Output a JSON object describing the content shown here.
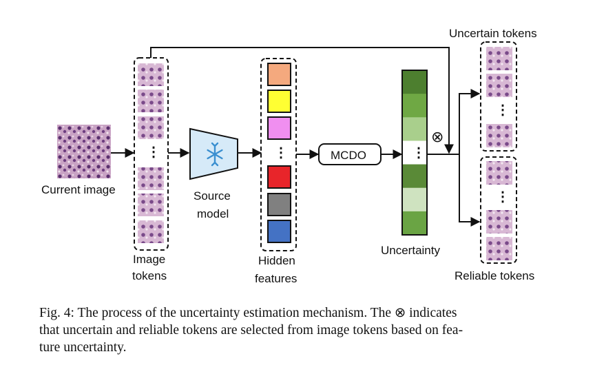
{
  "labels": {
    "current_image": "Current image",
    "image_tokens_1": "Image",
    "image_tokens_2": "tokens",
    "source_model_1": "Source",
    "source_model_2": "model",
    "hidden_features_1": "Hidden",
    "hidden_features_2": "features",
    "mcdo": "MCDO",
    "uncertainty": "Uncertainty",
    "uncertain_tokens": "Uncertain tokens",
    "reliable_tokens": "Reliable tokens",
    "otimes": "⊗",
    "vdots": "⋮"
  },
  "caption": {
    "line1": "Fig. 4: The process of the uncertainty estimation mechanism. The ⊗ indicates",
    "line2": "that uncertain and reliable tokens are selected from image tokens based on fea-",
    "line3": "ture uncertainty."
  },
  "colors": {
    "hidden_features": [
      "#f4a97e",
      "#ffff33",
      "#f08ff0",
      "#e8252a",
      "#808080",
      "#4472c4"
    ],
    "uncertainty_bar": [
      "#4d7f2f",
      "#6fa844",
      "#a9cf8c",
      "#ffffff",
      "#5a8a37",
      "#cfe3c0",
      "#6aa444"
    ],
    "model_fill": "#d6eaf8",
    "snowflake": "#3a8fd0",
    "tissue_pink": "#c9a3c4",
    "tissue_purple": "#5a2f6e"
  },
  "icons": {
    "snowflake": "snowflake-icon",
    "otimes": "otimes-icon"
  }
}
